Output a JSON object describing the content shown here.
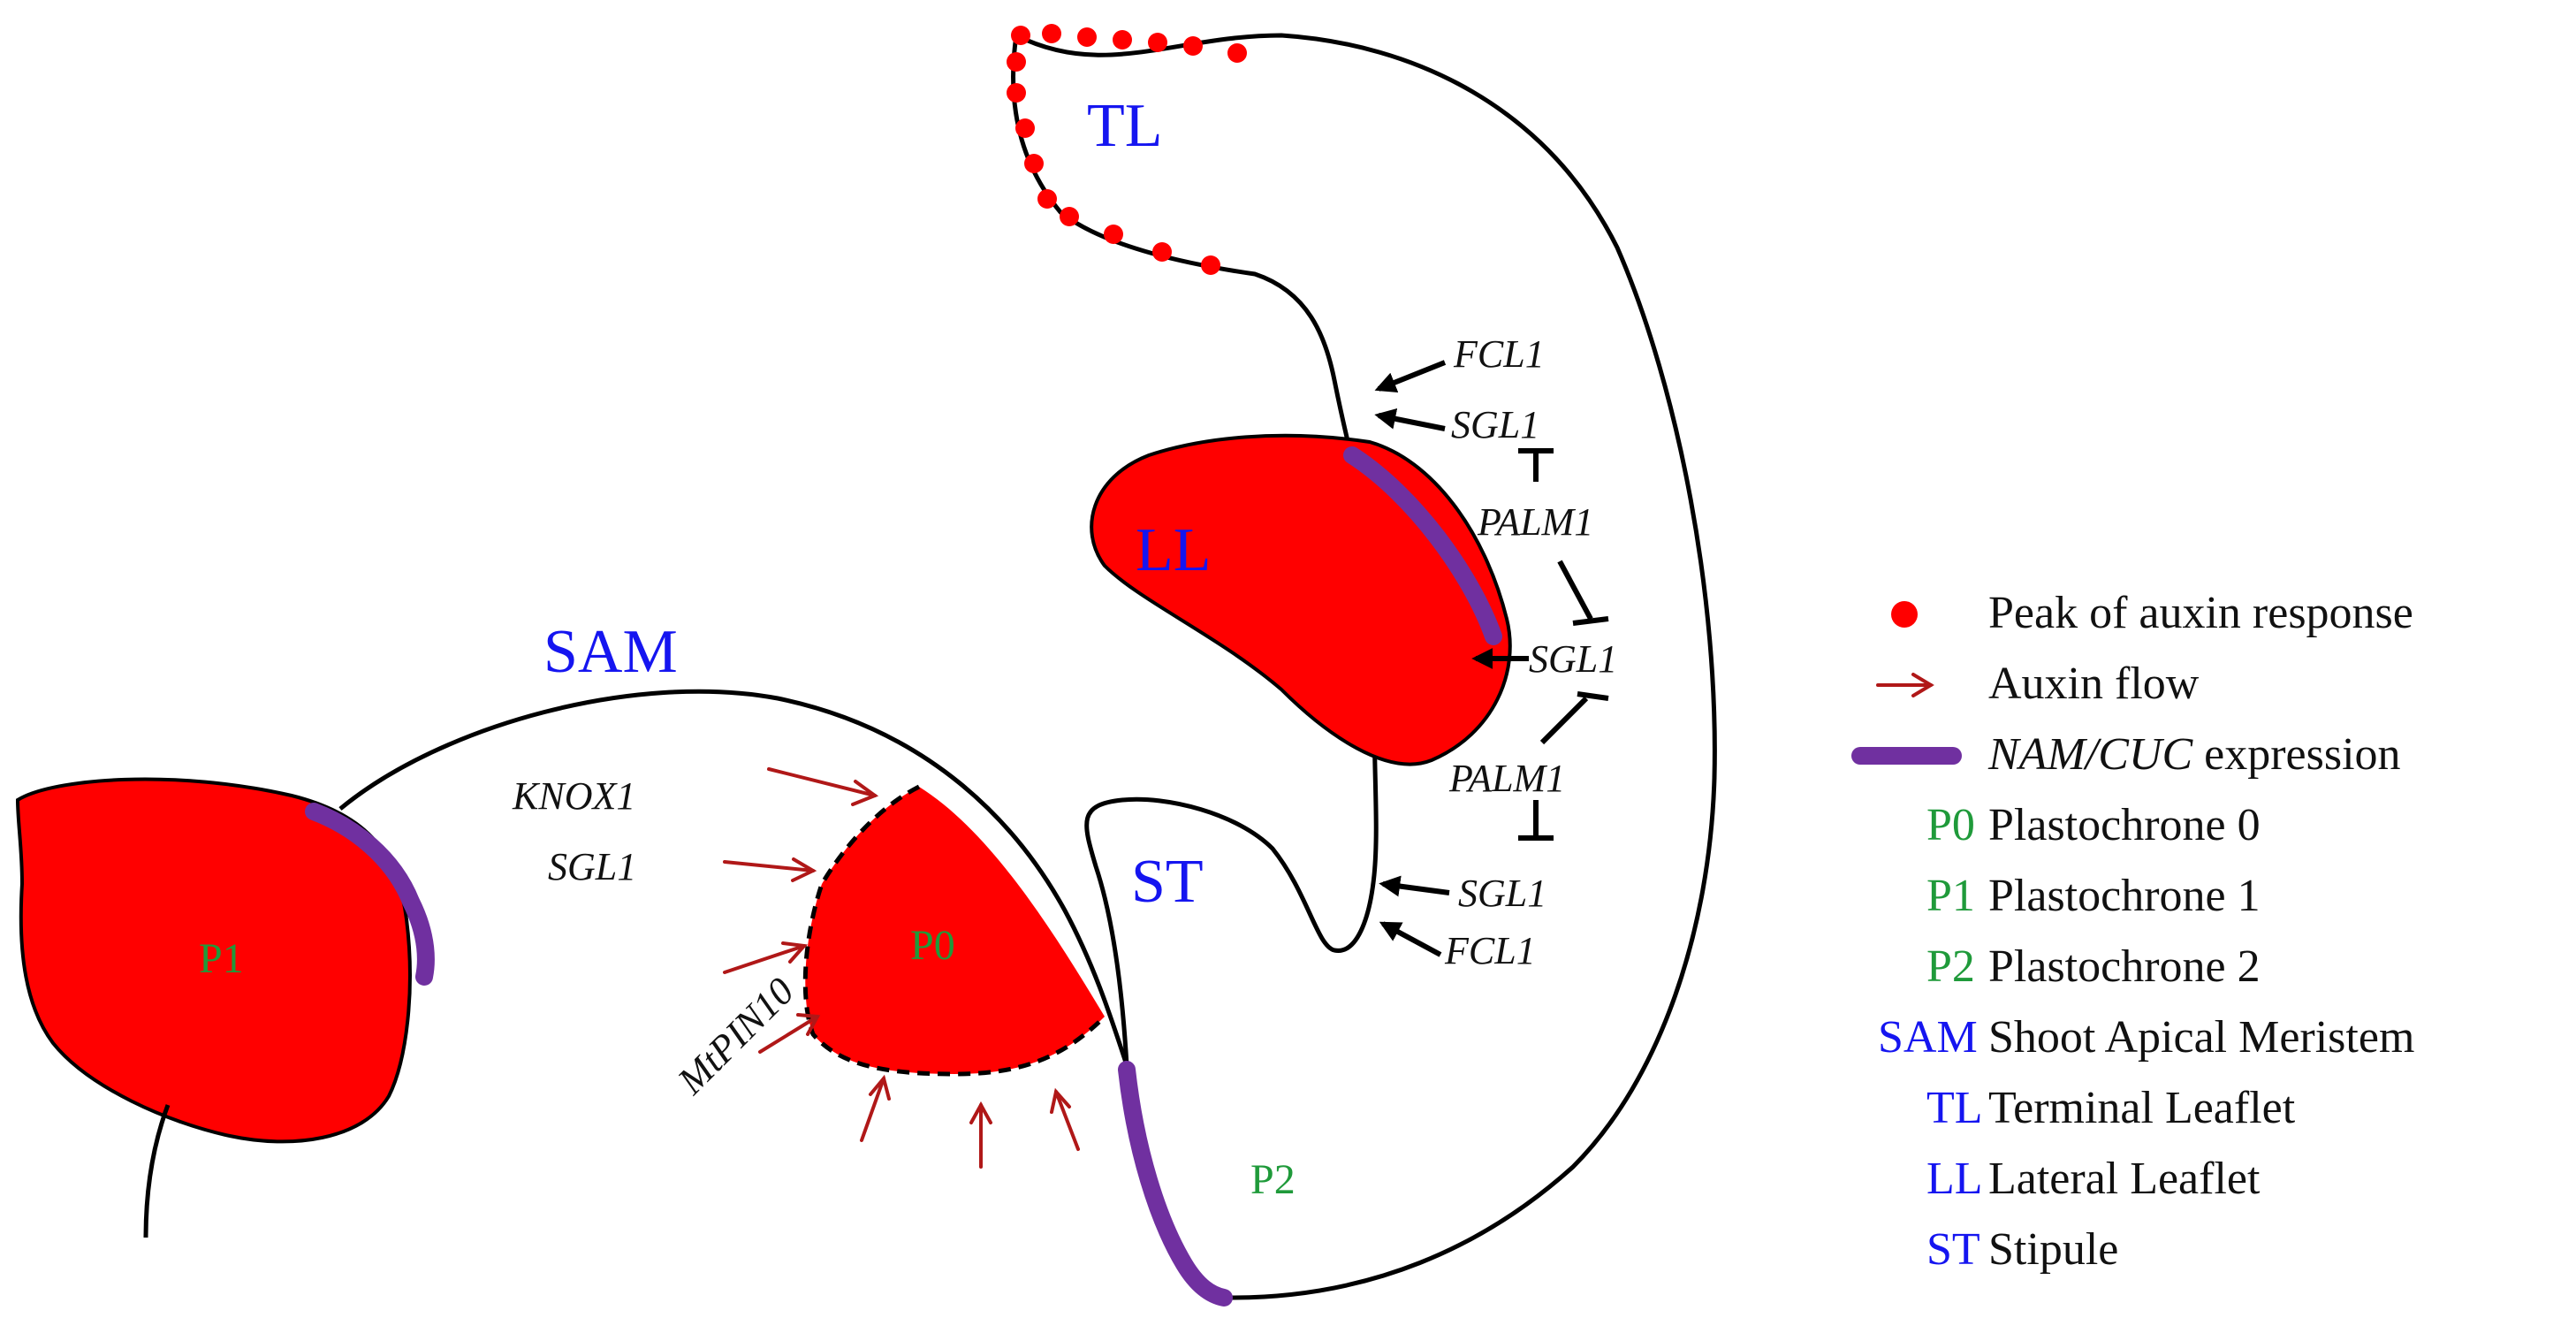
{
  "colors": {
    "primordium": "#ff0000",
    "outline": "#000000",
    "nam_cuc": "#7030a0",
    "auxin_peak": "#ff0000",
    "auxin_flow": "#b01818",
    "region_label": "#1515f0",
    "plastochrone_label": "#1f9a3a"
  },
  "labels": {
    "tl": "TL",
    "ll": "LL",
    "sam": "SAM",
    "st": "ST",
    "p0": "P0",
    "p1": "P1",
    "p2": "P2"
  },
  "genes": {
    "fcl1_top": "FCL1",
    "sgl1_top": "SGL1",
    "palm1_top": "PALM1",
    "sgl1_mid": "SGL1",
    "palm1_bottom": "PALM1",
    "sgl1_bottom": "SGL1",
    "fcl1_bottom": "FCL1",
    "knox1": "KNOX1",
    "sgl1_sam": "SGL1",
    "mtpin10": "MtPIN10"
  },
  "legend": [
    {
      "key": "",
      "key_icon": "red-dot",
      "text": "Peak of auxin response"
    },
    {
      "key": "",
      "key_icon": "red-arrow",
      "text": "Auxin flow"
    },
    {
      "key": "",
      "key_icon": "purple-bar",
      "text_italic": "NAM/CUC",
      "text": " expression"
    },
    {
      "key": "P0",
      "key_color": "green",
      "text": "Plastochrone 0"
    },
    {
      "key": "P1",
      "key_color": "green",
      "text": "Plastochrone 1"
    },
    {
      "key": "P2",
      "key_color": "green",
      "text": "Plastochrone 2"
    },
    {
      "key": "SAM",
      "key_color": "blue",
      "text": "Shoot Apical Meristem"
    },
    {
      "key": "TL",
      "key_color": "blue",
      "text": "Terminal Leaflet"
    },
    {
      "key": "LL",
      "key_color": "blue",
      "text": "Lateral Leaflet"
    },
    {
      "key": "ST",
      "key_color": "blue",
      "text": "Stipule"
    }
  ]
}
